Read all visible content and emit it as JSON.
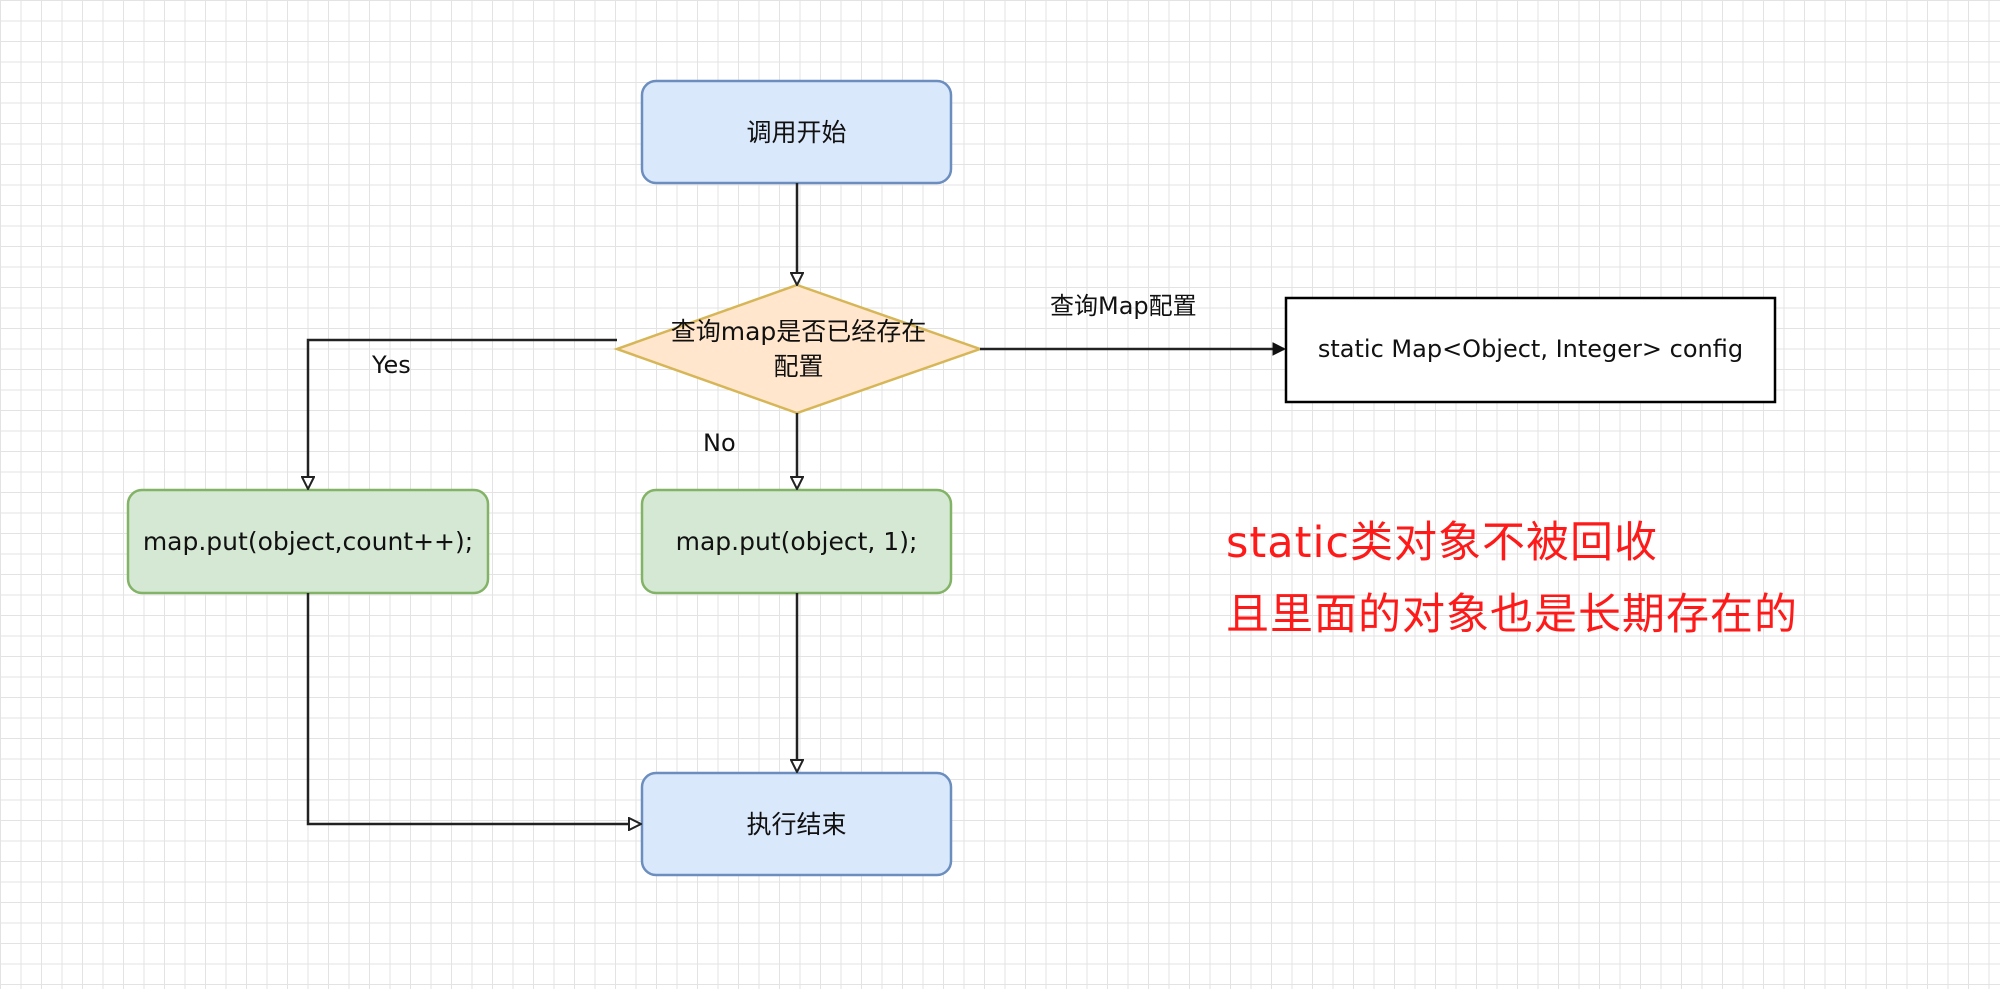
{
  "nodes": {
    "start": {
      "label": "调用开始",
      "fill": "#dae8fc",
      "stroke": "#6c8ebf"
    },
    "decision": {
      "line1": "查询map是否已经存在",
      "line2": "配置",
      "fill": "#ffe6cc",
      "stroke": "#d6b656"
    },
    "put_count": {
      "label": "map.put(object,count++);",
      "fill": "#d5e8d4",
      "stroke": "#82b366"
    },
    "put_one": {
      "label": "map.put(object, 1);",
      "fill": "#d5e8d4",
      "stroke": "#82b366"
    },
    "config": {
      "label": "static Map<Object, Integer> config",
      "fill": "#ffffff",
      "stroke": "#000000"
    },
    "end": {
      "label": "执行结束",
      "fill": "#dae8fc",
      "stroke": "#6c8ebf"
    }
  },
  "edges": {
    "yes_label": "Yes",
    "no_label": "No",
    "query_label": "查询Map配置"
  },
  "note": {
    "line1": "static类对象不被回收",
    "line2": "且里面的对象也是长期存在的",
    "color": "#ff1a1a"
  }
}
